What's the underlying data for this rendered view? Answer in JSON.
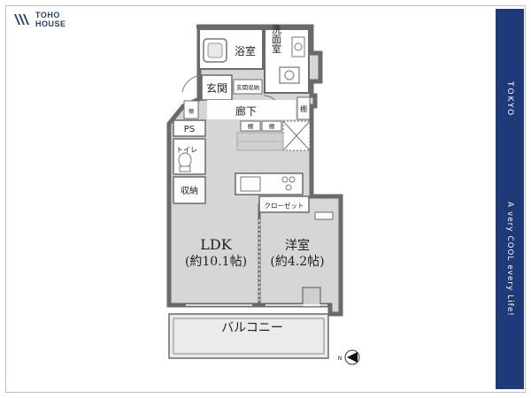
{
  "brand": {
    "line1": "TOHO",
    "line2": "HOUSE"
  },
  "side_banner": {
    "title": "TOKYO",
    "slogan": "A very COOL every Life!"
  },
  "rooms": {
    "bath": "浴室",
    "washroom": "洗面室",
    "entrance": "玄関",
    "entrance_storage": "玄関収納",
    "hallway": "廊下",
    "shelf": "棚",
    "ps": "PS",
    "toilet": "トイレ",
    "storage": "収納",
    "closet": "クローゼット",
    "ldk_name": "LDK",
    "ldk_size": "(約10.1帖)",
    "western_name": "洋室",
    "western_size": "(約4.2帖)",
    "balcony": "バルコニー",
    "compass_label": "N"
  },
  "colors": {
    "brand": "#1f3a78",
    "room_fill": "#d6d6d6",
    "wall": "#6a6a6a",
    "balcony_fill": "#ebebeb"
  }
}
